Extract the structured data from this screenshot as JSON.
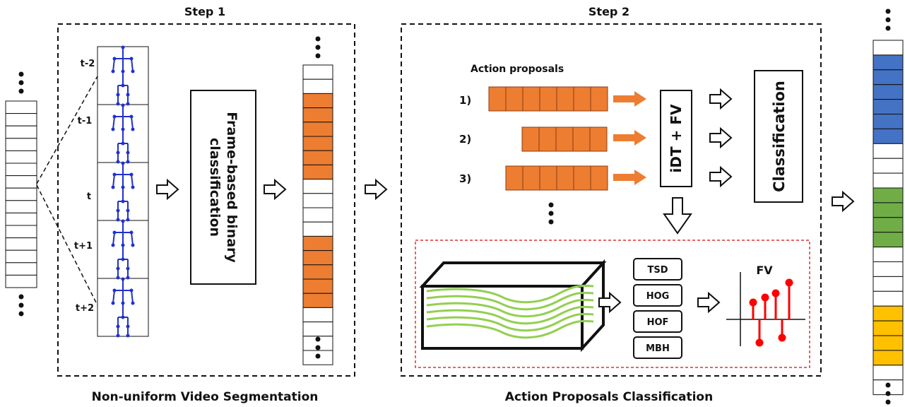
{
  "step1": {
    "title": "Step 1",
    "caption": "Non-uniform Video Segmentation",
    "frame_labels": [
      "t-2",
      "t-1",
      "t",
      "t+1",
      "t+2"
    ],
    "classifier_line1": "Frame-based binary",
    "classifier_line2": "classification"
  },
  "step2": {
    "title": "Step 2",
    "caption": "Action Proposals Classification",
    "proposals_title": "Action proposals",
    "proposal_labels": [
      "1)",
      "2)",
      "3)"
    ],
    "feature_box": "iDT + FV",
    "classification_box": "Classification",
    "descriptors": [
      "TSD",
      "HOG",
      "HOF",
      "MBH"
    ],
    "fv_label": "FV"
  },
  "colors": {
    "proposal": "#ED7D31",
    "blue": "#4472C4",
    "green": "#70AD47",
    "yellow": "#FFC000",
    "trajectory": "#92D050",
    "fv_red": "#FF0000",
    "dashed_red": "#E03030"
  },
  "icons": {
    "flow_arrow": "hollow-right-arrow",
    "down_arrow": "hollow-down-arrow",
    "continuation": "vertical-ellipsis"
  }
}
